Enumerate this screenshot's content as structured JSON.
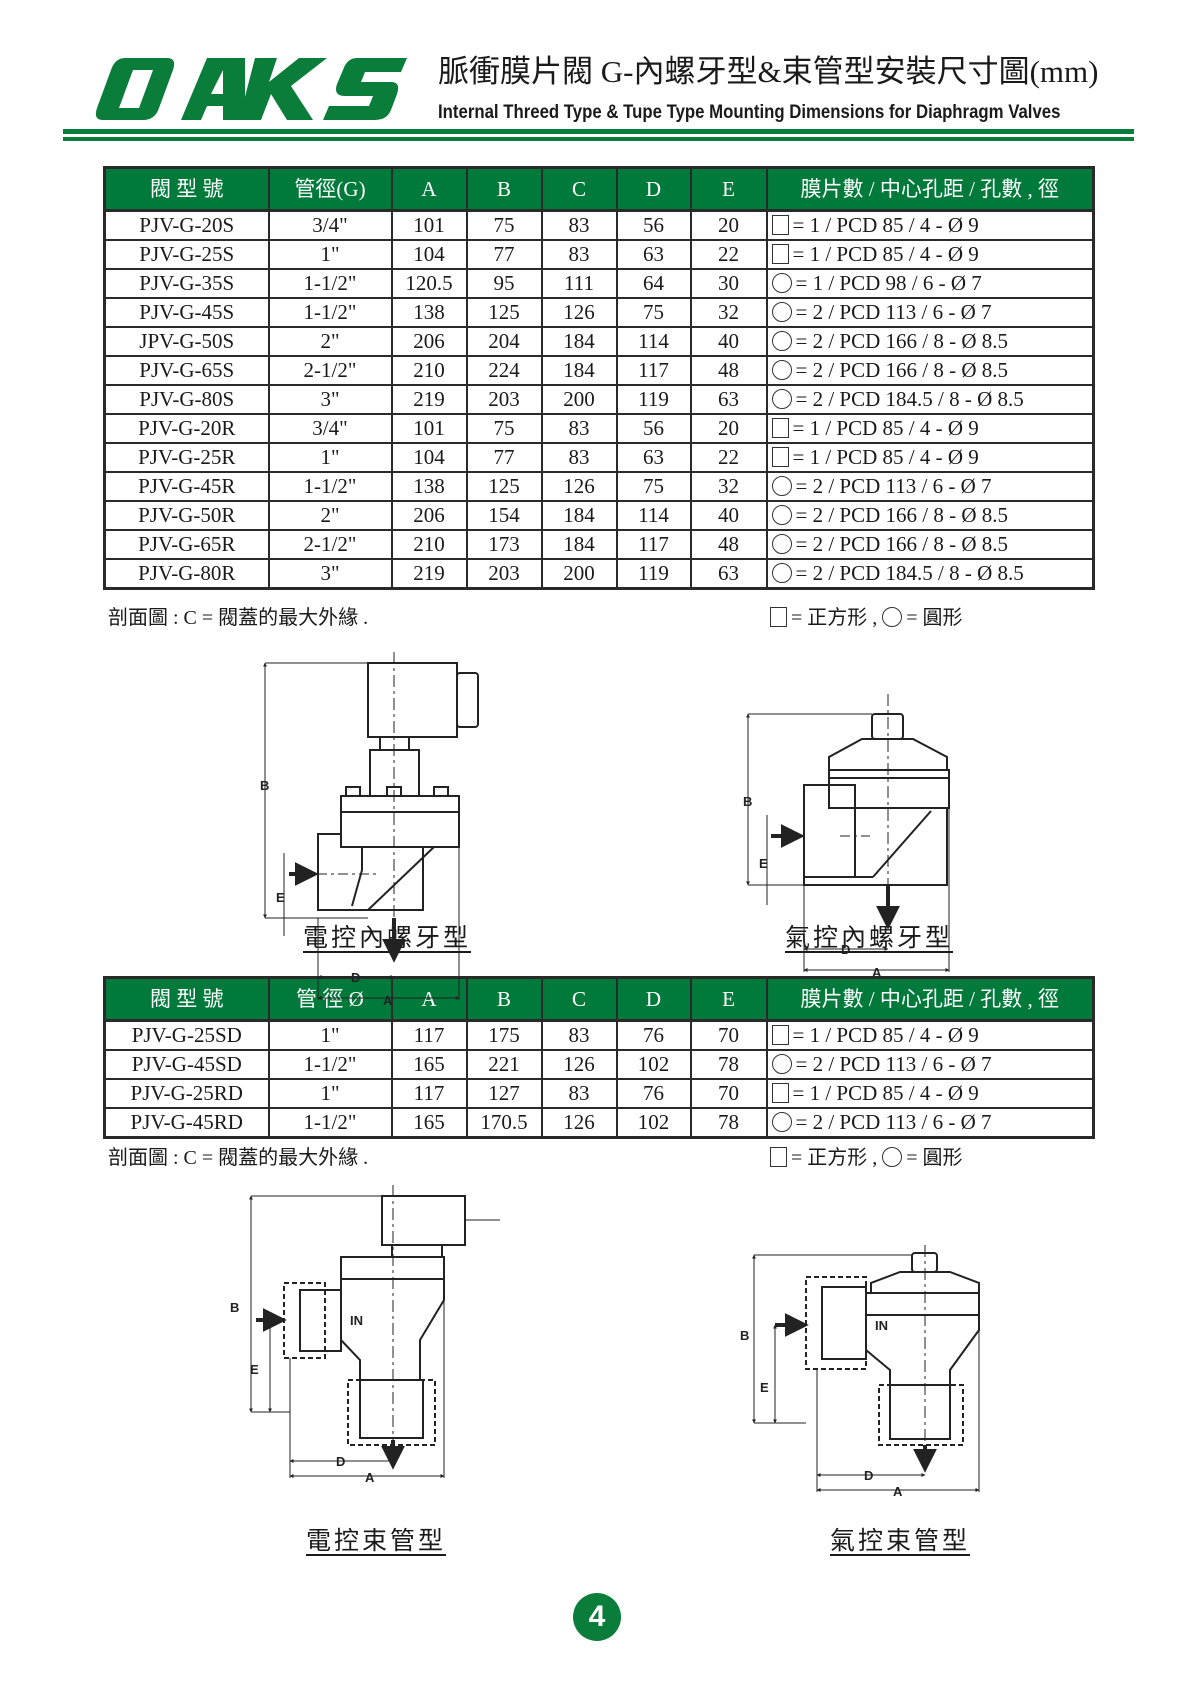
{
  "header": {
    "logo_text": "OAKS",
    "title_zh": "脈衝膜片閥 G-內螺牙型&束管型安裝尺寸圖(mm)",
    "title_en": "Internal Threed Type & Tupe Type Mounting Dimensions for Diaphragm Valves",
    "brand_color": "#0a7d3a"
  },
  "table1": {
    "headers": [
      "閥 型 號",
      "管徑(G)",
      "A",
      "B",
      "C",
      "D",
      "E",
      "膜片數 / 中心孔距 / 孔數 , 徑"
    ],
    "rows": [
      [
        "PJV-G-20S",
        "3/4\"",
        "101",
        "75",
        "83",
        "56",
        "20",
        "square",
        "= 1 / PCD 85 / 4 - Ø 9"
      ],
      [
        "PJV-G-25S",
        "1\"",
        "104",
        "77",
        "83",
        "63",
        "22",
        "square",
        "= 1 / PCD 85 / 4 - Ø 9"
      ],
      [
        "PJV-G-35S",
        "1-1/2\"",
        "120.5",
        "95",
        "111",
        "64",
        "30",
        "circle",
        "= 1 / PCD 98 / 6 - Ø 7"
      ],
      [
        "PJV-G-45S",
        "1-1/2\"",
        "138",
        "125",
        "126",
        "75",
        "32",
        "circle",
        "= 2 / PCD 113 / 6 - Ø 7"
      ],
      [
        "JPV-G-50S",
        "2\"",
        "206",
        "204",
        "184",
        "114",
        "40",
        "circle",
        "= 2 / PCD 166 / 8 - Ø 8.5"
      ],
      [
        "PJV-G-65S",
        "2-1/2\"",
        "210",
        "224",
        "184",
        "117",
        "48",
        "circle",
        "= 2 / PCD 166 / 8 - Ø 8.5"
      ],
      [
        "PJV-G-80S",
        "3\"",
        "219",
        "203",
        "200",
        "119",
        "63",
        "circle",
        "= 2 / PCD 184.5 / 8 - Ø 8.5"
      ],
      [
        "PJV-G-20R",
        "3/4\"",
        "101",
        "75",
        "83",
        "56",
        "20",
        "square",
        "= 1 / PCD 85 / 4 - Ø 9"
      ],
      [
        "PJV-G-25R",
        "1\"",
        "104",
        "77",
        "83",
        "63",
        "22",
        "square",
        "= 1 / PCD 85 / 4 - Ø 9"
      ],
      [
        "PJV-G-45R",
        "1-1/2\"",
        "138",
        "125",
        "126",
        "75",
        "32",
        "circle",
        "= 2 / PCD 113 / 6 - Ø 7"
      ],
      [
        "PJV-G-50R",
        "2\"",
        "206",
        "154",
        "184",
        "114",
        "40",
        "circle",
        "= 2 / PCD 166 / 8 - Ø 8.5"
      ],
      [
        "PJV-G-65R",
        "2-1/2\"",
        "210",
        "173",
        "184",
        "117",
        "48",
        "circle",
        "= 2 / PCD 166 / 8 - Ø 8.5"
      ],
      [
        "PJV-G-80R",
        "3\"",
        "219",
        "203",
        "200",
        "119",
        "63",
        "circle",
        "= 2 / PCD 184.5 / 8 - Ø 8.5"
      ]
    ],
    "note_left": "剖面圖 : C = 閥蓋的最大外緣 .",
    "note_right_square": "= 正方形 ,",
    "note_right_circle": "= 圓形"
  },
  "diagrams1": {
    "left_caption": "電控內螺牙型",
    "right_caption": "氣控內螺牙型"
  },
  "table2": {
    "headers": [
      "閥 型 號",
      "管 徑 Ø",
      "A",
      "B",
      "C",
      "D",
      "E",
      "膜片數 / 中心孔距 / 孔數 , 徑"
    ],
    "rows": [
      [
        "PJV-G-25SD",
        "1\"",
        "117",
        "175",
        "83",
        "76",
        "70",
        "square",
        "= 1 / PCD 85 / 4 - Ø 9"
      ],
      [
        "PJV-G-45SD",
        "1-1/2\"",
        "165",
        "221",
        "126",
        "102",
        "78",
        "circle",
        "= 2 / PCD 113 / 6 - Ø 7"
      ],
      [
        "PJV-G-25RD",
        "1\"",
        "117",
        "127",
        "83",
        "76",
        "70",
        "square",
        "= 1 / PCD 85 / 4 - Ø 9"
      ],
      [
        "PJV-G-45RD",
        "1-1/2\"",
        "165",
        "170.5",
        "126",
        "102",
        "78",
        "circle",
        "= 2 / PCD 113 / 6 - Ø 7"
      ]
    ],
    "note_left": "剖面圖 : C = 閥蓋的最大外緣 .",
    "note_right_square": "= 正方形 ,",
    "note_right_circle": "= 圓形"
  },
  "diagrams2": {
    "left_caption": "電控束管型",
    "right_caption": "氣控束管型"
  },
  "dimension_labels": {
    "a": "A",
    "b": "B",
    "d": "D",
    "e": "E",
    "inlet": "IN"
  },
  "page_number": "4"
}
